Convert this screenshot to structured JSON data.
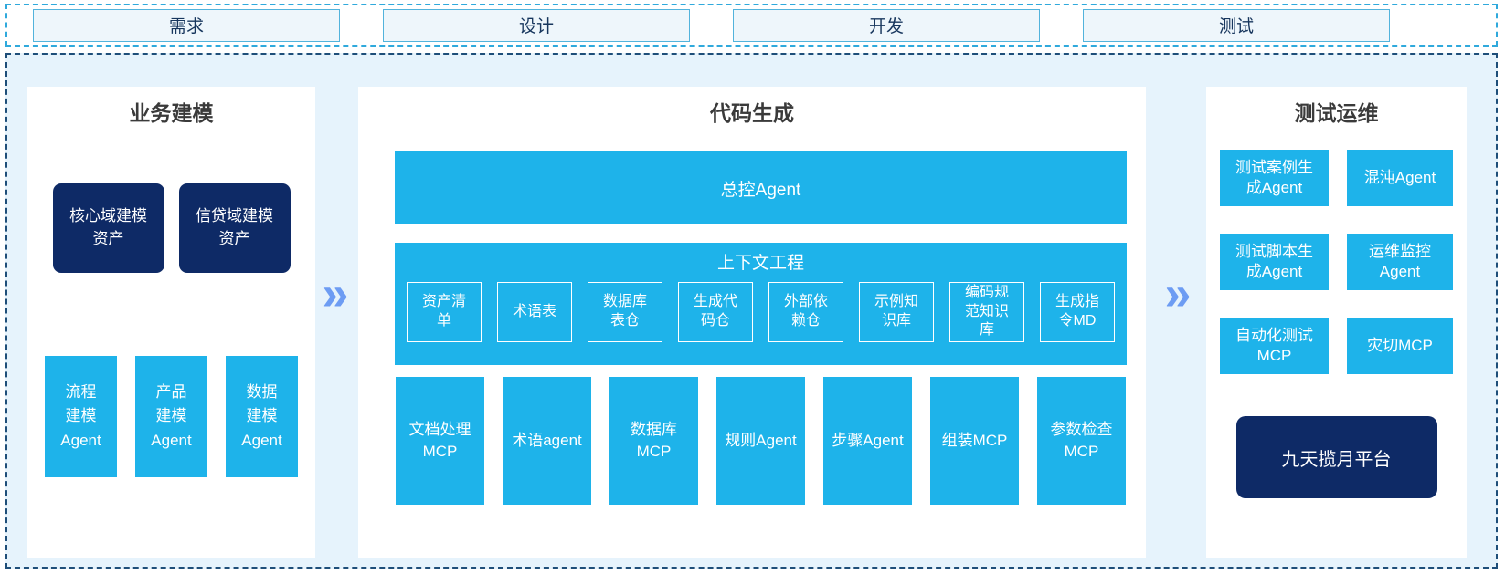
{
  "colors": {
    "accent_cyan": "#1eb3ea",
    "accent_navy": "#0e2a66",
    "arrow_blue": "#6d9cf3",
    "canvas_bg": "#e6f3fc"
  },
  "flow": {
    "arrow_icon": "»"
  },
  "phase_bar": {
    "items": [
      "需求",
      "设计",
      "开发",
      "测试"
    ]
  },
  "panels": {
    "business_modeling": {
      "title": "业务建模",
      "assets": [
        "核心域建模\n资产",
        "信贷域建模\n资产"
      ],
      "agents": [
        "流程\n建模\nAgent",
        "产品\n建模\nAgent",
        "数据\n建模\nAgent"
      ]
    },
    "code_generation": {
      "title": "代码生成",
      "master_agent": "总控Agent",
      "context_engineering": {
        "title": "上下文工程",
        "boxes": [
          "资产清\n单",
          "术语表",
          "数据库\n表仓",
          "生成代\n码仓",
          "外部依\n赖仓",
          "示例知\n识库",
          "编码规\n范知识\n库",
          "生成指\n令MD"
        ]
      },
      "tools": [
        "文档处理\nMCP",
        "术语agent",
        "数据库\nMCP",
        "规则Agent",
        "步骤Agent",
        "组装MCP",
        "参数检查\nMCP"
      ]
    },
    "test_ops": {
      "title": "测试运维",
      "boxes": [
        "测试案例生\n成Agent",
        "混沌Agent",
        "测试脚本生\n成Agent",
        "运维监控\nAgent",
        "自动化测试\nMCP",
        "灾切MCP"
      ],
      "platform": "九天揽月平台"
    }
  }
}
